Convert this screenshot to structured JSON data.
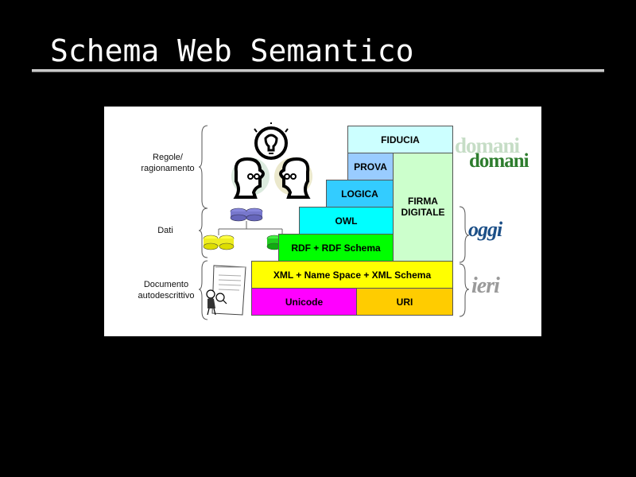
{
  "slide": {
    "title": "Schema Web Semantico"
  },
  "diagram": {
    "side_labels": {
      "rules": [
        "Regole/",
        "ragionamento"
      ],
      "data": "Dati",
      "document": [
        "Documento",
        "autodescrittivo"
      ]
    },
    "layers": {
      "trust": "FIDUCIA",
      "proof": "PROVA",
      "logic": "LOGICA",
      "owl": "OWL",
      "rdf": "RDF + RDF Schema",
      "xml": "XML + Name Space + XML Schema",
      "unicode": "Unicode",
      "uri": "URI",
      "signature": [
        "FIRMA",
        "DIGITALE"
      ]
    },
    "timeline": {
      "tomorrow": "domani",
      "today": "oggi",
      "yesterday": "ieri"
    },
    "colors": {
      "trust": "#ccffff",
      "proof": "#99ccff",
      "logic": "#33ccff",
      "owl": "#00ffff",
      "rdf": "#00ff00",
      "signature": "#ccffcc",
      "xml": "#ffff00",
      "unicode": "#ff00ff",
      "uri": "#ffcc00"
    }
  }
}
